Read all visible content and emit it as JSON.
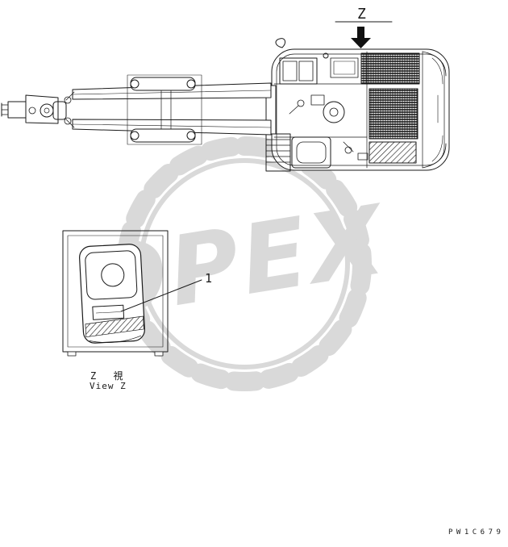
{
  "page": {
    "background": "#ffffff",
    "line_color": "#1a1a1a"
  },
  "watermark": {
    "text": "OPEX",
    "color": "#d9d9d9"
  },
  "labels": {
    "view_marker": "Z",
    "callout_1": "1",
    "caption_cjk": "Z 視",
    "caption_en": "View Z",
    "part_code": "PW1C679"
  },
  "icons": {
    "down_arrow": "▼",
    "down_arrow_meaning": "view-z-direction-arrow"
  }
}
